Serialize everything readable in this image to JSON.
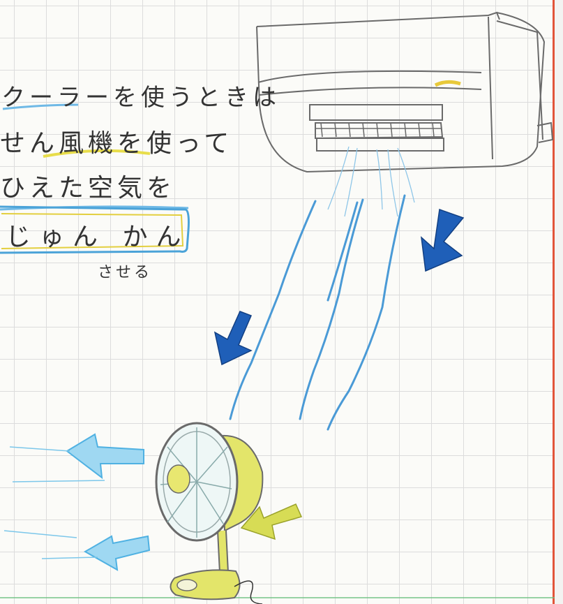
{
  "note": {
    "lines": [
      "クーラーを使うときは",
      "せん風機を使って",
      "ひえた空気を",
      "じゅん かん",
      "させる"
    ]
  },
  "colors": {
    "margin_line": "#e2553a",
    "arrow_dark_blue": "#1f5fb8",
    "arrow_light_blue": "#5bbbe8",
    "air_stream": "#4a9ad6",
    "fan_yellow": "#d7dc55",
    "highlight_blue": "#4ba3d8",
    "highlight_yellow": "#e8dd4a",
    "pencil": "#6a6a6a"
  },
  "icons": [
    "air-conditioner-icon",
    "electric-fan-icon",
    "airflow-arrow-icon"
  ]
}
